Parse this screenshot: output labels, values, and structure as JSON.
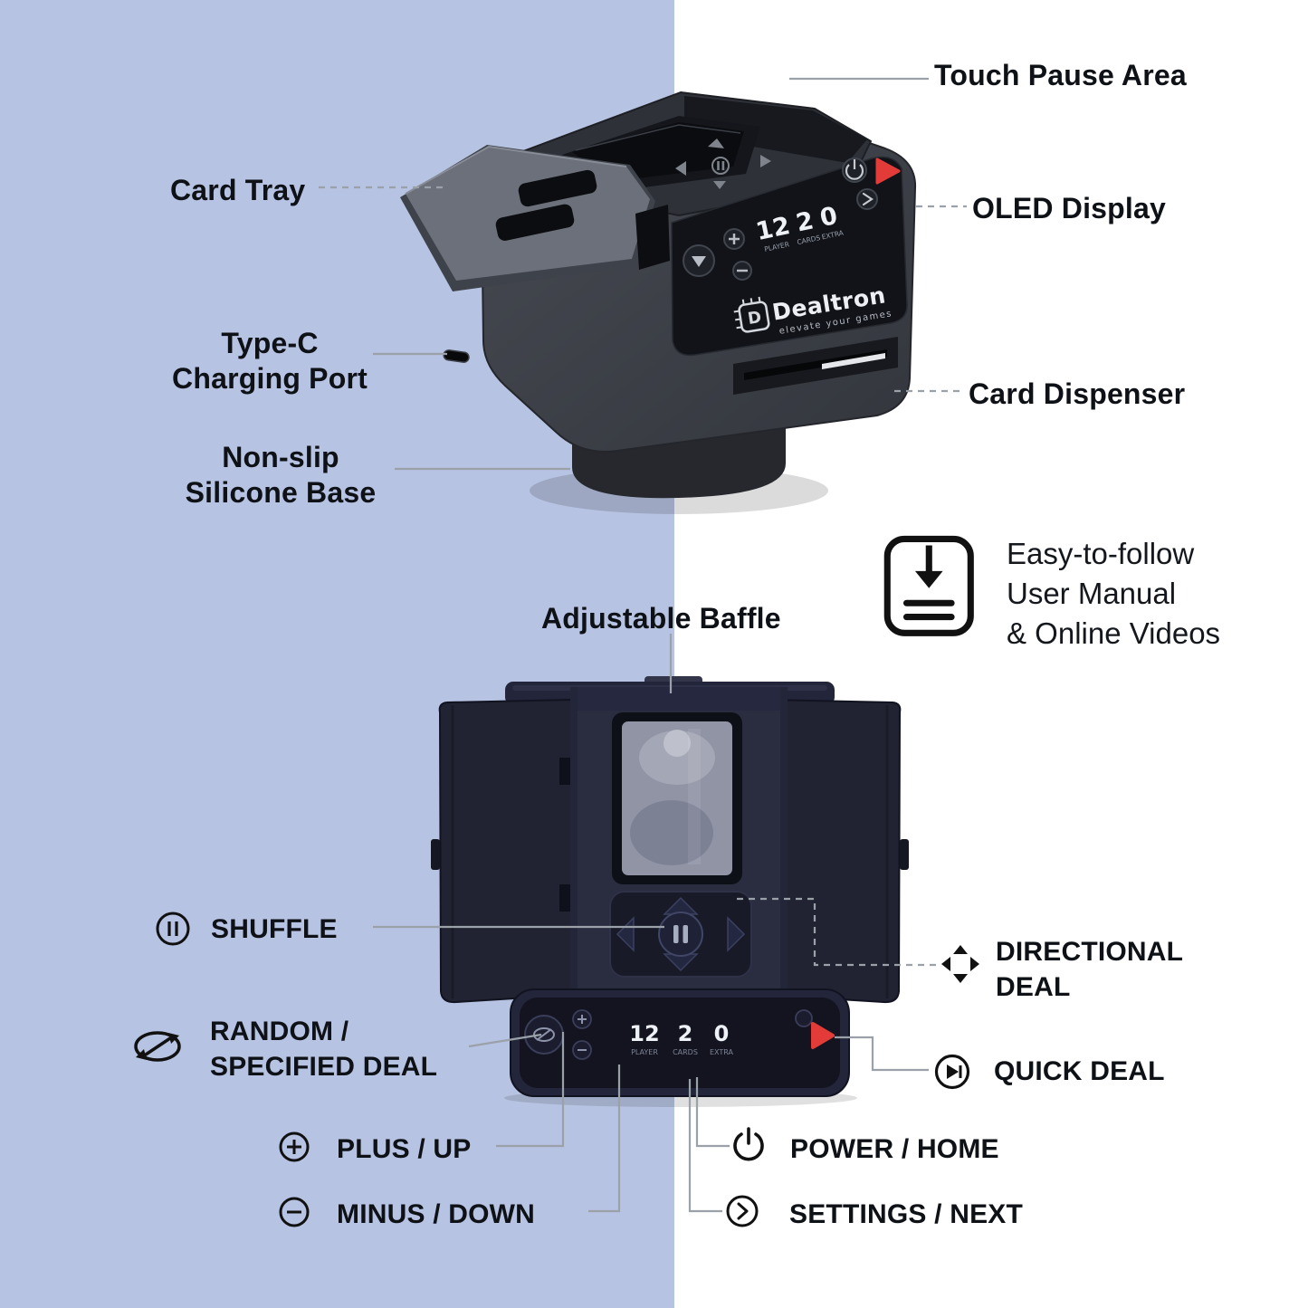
{
  "colors": {
    "bg_left": "#b7c3e2",
    "bg_right": "#ffffff",
    "ink": "#0e1116",
    "leader": "#9aa1a8",
    "accent_red": "#e23b38"
  },
  "callouts": {
    "touch_pause": "Touch Pause Area",
    "card_tray": "Card Tray",
    "oled_display": "OLED Display",
    "type_c": "Type-C\nCharging Port",
    "card_dispenser": "Card Dispenser",
    "non_slip": "Non-slip\nSilicone Base",
    "manual": "Easy-to-follow\nUser Manual\n& Online Videos",
    "adjustable_baffle": "Adjustable Baffle",
    "shuffle": "SHUFFLE",
    "directional_deal": "DIRECTIONAL\nDEAL",
    "random_specified": "RANDOM /\nSPECIFIED DEAL",
    "quick_deal": "QUICK DEAL",
    "plus_up": "PLUS / UP",
    "power_home": "POWER / HOME",
    "minus_down": "MINUS / DOWN",
    "settings_next": "SETTINGS / NEXT"
  },
  "device": {
    "brand": "Dealtron",
    "tagline": "elevate your games",
    "display_values": [
      "12",
      "2",
      "0"
    ],
    "display_captions": [
      "PLAYER",
      "CARDS",
      "EXTRA"
    ]
  },
  "icons": {
    "shuffle": "pause-circle",
    "directional_deal": "four-way-arrows",
    "random_specified_deal": "cycle-oval-arrow",
    "quick_deal": "play-circle",
    "plus_up": "plus-circle",
    "power_home": "power-symbol",
    "minus_down": "minus-circle",
    "settings_next": "chevron-circle",
    "user_manual": "document-download"
  }
}
